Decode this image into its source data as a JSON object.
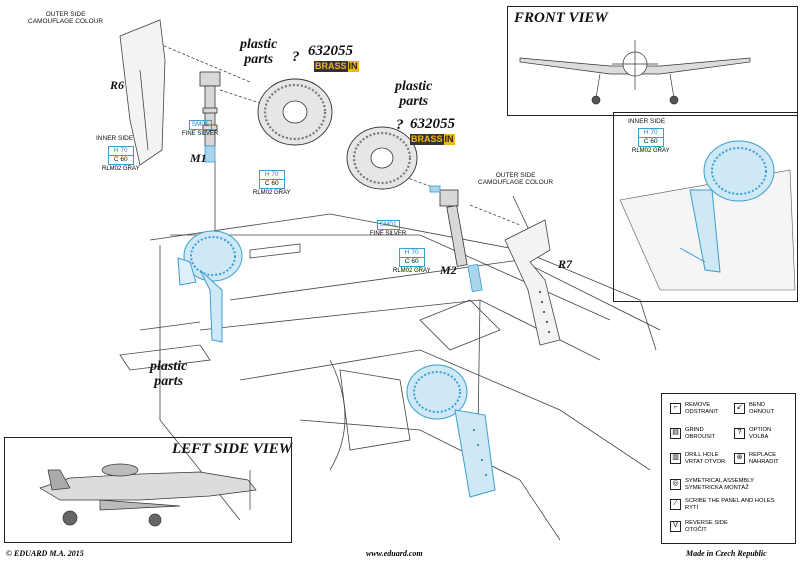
{
  "labels": {
    "r6": "R6",
    "r7": "R7",
    "m1": "M1",
    "m2": "M2",
    "outer_side_left": "OUTER SIDE\nCAMOUFLAGE COLOUR",
    "inner_side_left": "INNER SIDE",
    "outer_side_right": "OUTER SIDE\nCAMOUFLAGE COLOUR",
    "inner_side_inset": "INNER SIDE",
    "plastic_parts_top": "plastic\nparts",
    "plastic_parts_mid": "plastic\nparts",
    "plastic_parts_bottom": "plastic\nparts",
    "question_mark": "?",
    "part_number_1": "632055",
    "part_number_2": "632055",
    "brassin_brass": "BRASS",
    "brassin_in": "IN",
    "sm01_code": "SM01",
    "fine_silver": "FINE SILVER",
    "h70": "H 70",
    "c60": "C 60",
    "rlm02": "RLM02 GRAY"
  },
  "views": {
    "front_view": "FRONT VIEW",
    "left_side_view": "LEFT SIDE VIEW"
  },
  "legend": [
    {
      "icon": "remove-icon",
      "glyph": "⌐",
      "text": "REMOVE\nODSTRANIT"
    },
    {
      "icon": "bend-icon",
      "glyph": "↙",
      "text": "BEND\nOHNOUT"
    },
    {
      "icon": "grind-icon",
      "glyph": "▤",
      "text": "GRIND\nOBROUSIT"
    },
    {
      "icon": "option-icon",
      "glyph": "?",
      "text": "OPTION\nVOLBA"
    },
    {
      "icon": "drill-icon",
      "glyph": "▥",
      "text": "DRILL HOLE\nVRTAT OTVOR"
    },
    {
      "icon": "replace-icon",
      "glyph": "⊛",
      "text": "REPLACE\nNAHRADIT"
    },
    {
      "icon": "symmetrical-icon",
      "glyph": "◎",
      "text": "SYMETRICAL ASSEMBLY\nSYMETRICKÁ MONTÁŽ"
    },
    {
      "icon": "scribe-icon",
      "glyph": "∕",
      "text": "SCRIBE THE PANEL AND HOLES\nRYTÍ"
    },
    {
      "icon": "reverse-icon",
      "glyph": "V",
      "text": "REVERSE SIDE\nOTOČIT"
    }
  ],
  "footer": {
    "copyright": "© EDUARD  M.A. 2015",
    "website": "www.eduard.com",
    "origin": "Made in Czech Republic"
  },
  "colors": {
    "photoetch_blue": "#3a9fd0",
    "line_gray": "#444444",
    "brassin_gold": "#f2b51c"
  }
}
